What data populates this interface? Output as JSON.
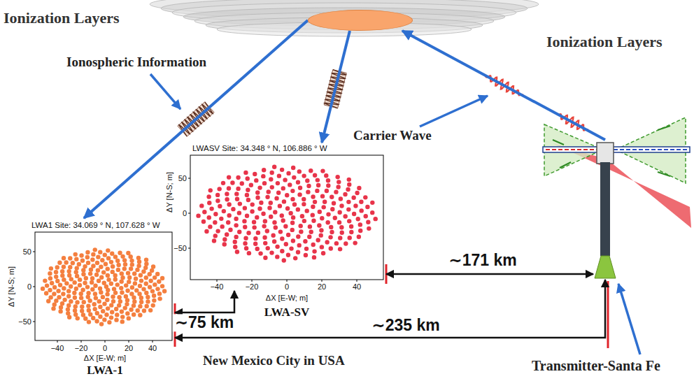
{
  "diagram": {
    "nodes": [
      {
        "text": [
          "Ionization Layers",
          "Ionization Layers"
        ]
      },
      {
        "text": [
          "LWA1 Site: 34.069 ° N, 107.628 ° W",
          "ΔY [N-S; m]",
          "ΔX [E-W; m]",
          "50",
          "0",
          "−50",
          "−40",
          "−20",
          "0",
          "20",
          "40",
          "LWA-1"
        ]
      },
      {
        "text": [
          "LWASV Site: 34.348 ° N, 106.886 ° W",
          "ΔY [N-S; m]",
          "ΔX [E-W; m]",
          "50",
          "0",
          "−50",
          "−40",
          "−20",
          "0",
          "20",
          "40",
          "LWA-SV"
        ]
      },
      {
        "text": [
          "Transmitter-Santa Fe"
        ]
      }
    ],
    "edges": [
      {
        "from": 0,
        "to": 1,
        "arrow": "to"
      },
      {
        "from": 0,
        "to": 2,
        "arrow": "to"
      },
      {
        "from": 3,
        "to": 0,
        "arrow": "to"
      },
      {
        "from": 1,
        "to": 2,
        "label": "∼75 km",
        "arrow": "both"
      },
      {
        "from": 2,
        "to": 3,
        "label": "∼171 km",
        "arrow": "both"
      },
      {
        "from": 1,
        "to": 3,
        "label": "∼235 km",
        "arrow": "both"
      }
    ],
    "labels": [
      "Ionospheric Information",
      "Carrier Wave",
      "New Mexico City in USA"
    ]
  }
}
